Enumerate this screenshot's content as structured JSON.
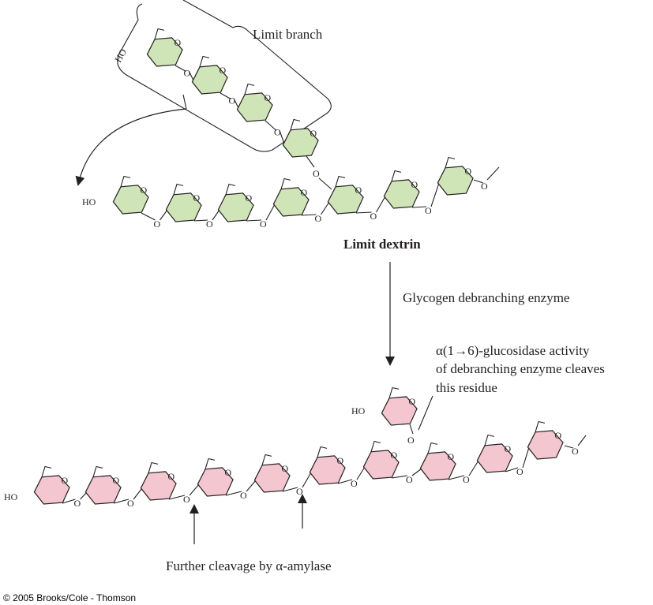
{
  "labels": {
    "limit_branch": "Limit branch",
    "limit_dextrin": "Limit dextrin",
    "enzyme": "Glycogen debranching enzyme",
    "glucosidase_line1": "α(1→6)-glucosidase activity",
    "glucosidase_line2": "of debranching enzyme cleaves",
    "glucosidase_line3": "this residue",
    "further_cleavage": "Further cleavage by α-amylase",
    "copyright": "© 2005 Brooks/Cole - Thomson"
  },
  "atoms": {
    "oxygen": "O",
    "hydroxyl": "HO"
  },
  "colors": {
    "green_ring": "#cfe5b8",
    "pink_ring": "#f4c6d0",
    "ink": "#231f20"
  }
}
